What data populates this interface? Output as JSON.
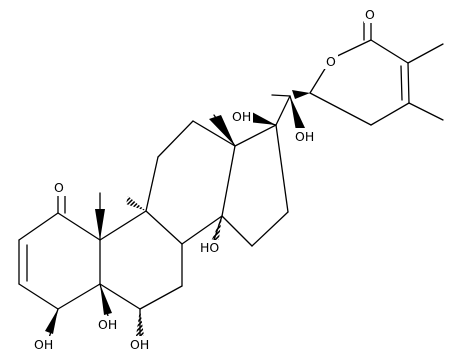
{
  "molecule": {
    "labels": {
      "o_lactone_carbonyl": "O",
      "o_ring_pyranone": "O",
      "oh_c17": "OH",
      "oh_c20": "OH",
      "o_ketone_c1": "O",
      "oh_c4": "OH",
      "oh_c5": "OH",
      "oh_c6": "OH",
      "oh_c14": "HO"
    }
  }
}
